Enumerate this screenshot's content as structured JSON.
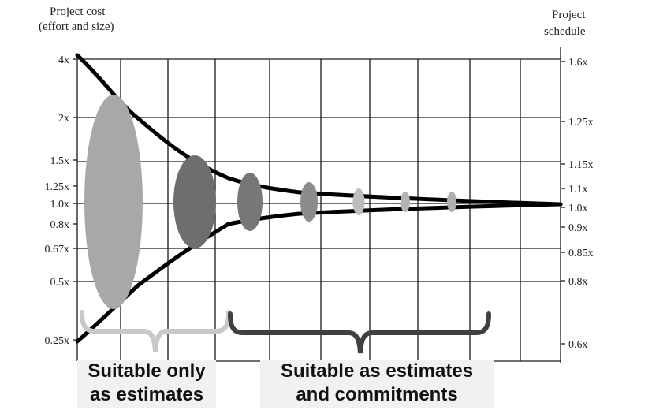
{
  "left_axis": {
    "title_line1": "Project cost",
    "title_line2": "(effort and size)",
    "ticks": [
      "4x",
      "2x",
      "1.5x",
      "1.25x",
      "1.0x",
      "0.8x",
      "0.67x",
      "0.5x",
      "0.25x"
    ]
  },
  "right_axis": {
    "title_line1": "Project",
    "title_line2": "schedule",
    "ticks": [
      "1.6x",
      "1.25x",
      "1.15x",
      "1.1x",
      "1.0x",
      "0.9x",
      "0.85x",
      "0.8x",
      "0.6x"
    ]
  },
  "brackets": {
    "left_label_line1": "Suitable only",
    "left_label_line2": "as estimates",
    "right_label_line1": "Suitable as estimates",
    "right_label_line2": "and commitments"
  },
  "colors": {
    "grid": "#1a1a1a",
    "curve": "#000000",
    "left_bracket": "#c8c8c8",
    "right_bracket": "#404040",
    "callout_bg": "#f1f1f1",
    "ellipse_shades": [
      "#a8a8a8",
      "#6e6e6e",
      "#777777",
      "#8c8c8c",
      "#bdbdbd",
      "#b4b4b4",
      "#b0b0b0"
    ]
  }
}
